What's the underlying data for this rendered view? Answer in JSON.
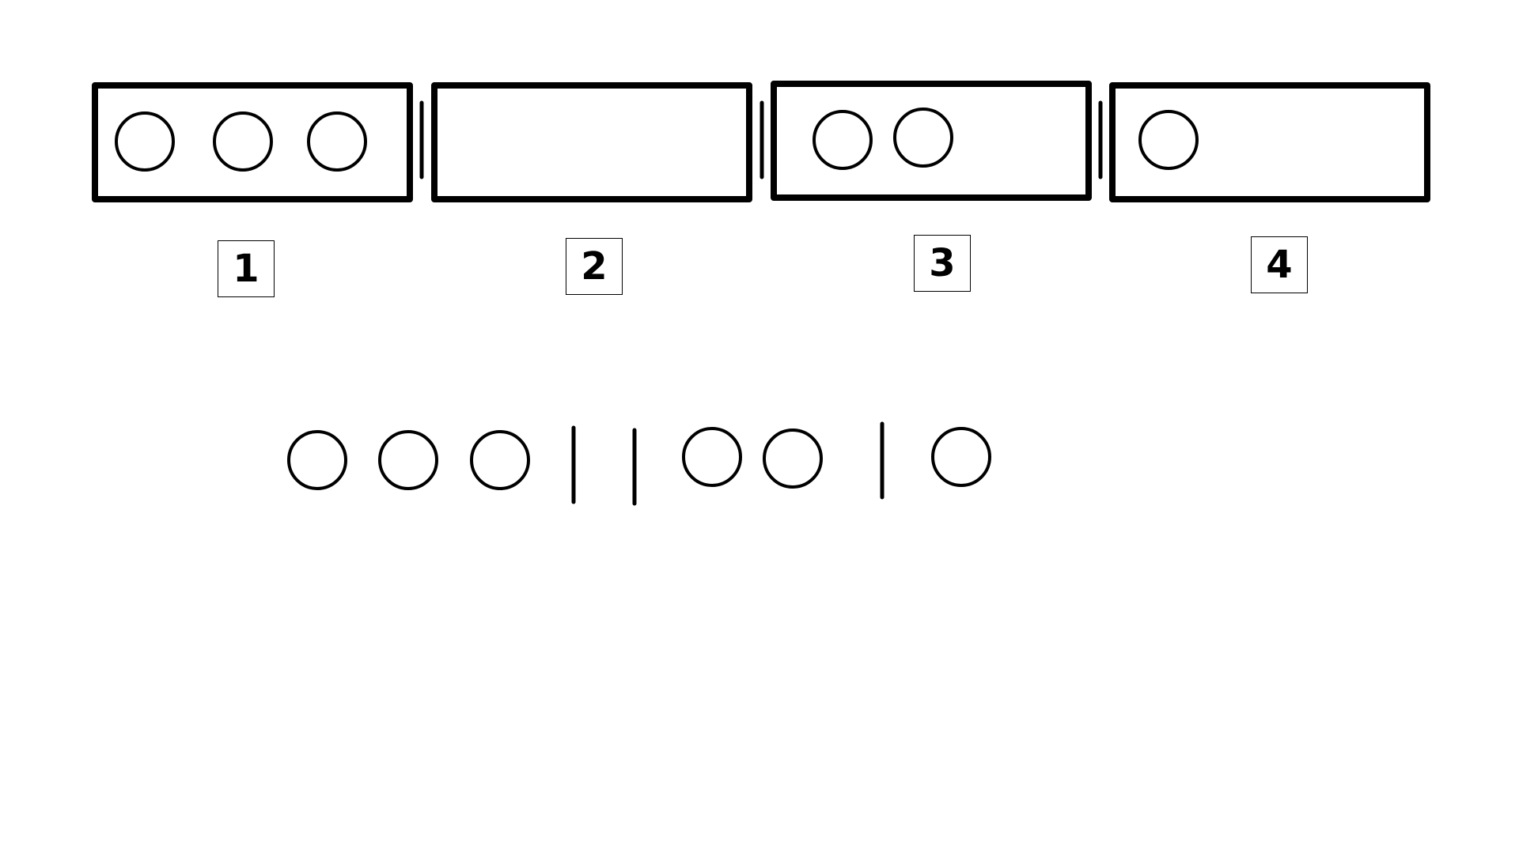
{
  "diagram": {
    "stroke_color": "#000000",
    "background_color": "#ffffff",
    "boxes": [
      {
        "label": "1",
        "circles": 3
      },
      {
        "label": "2",
        "circles": 0
      },
      {
        "label": "3",
        "circles": 2
      },
      {
        "label": "4",
        "circles": 1
      }
    ],
    "bottom_row": [
      "circle",
      "circle",
      "circle",
      "bar",
      "bar",
      "circle",
      "circle",
      "bar",
      "circle"
    ]
  }
}
